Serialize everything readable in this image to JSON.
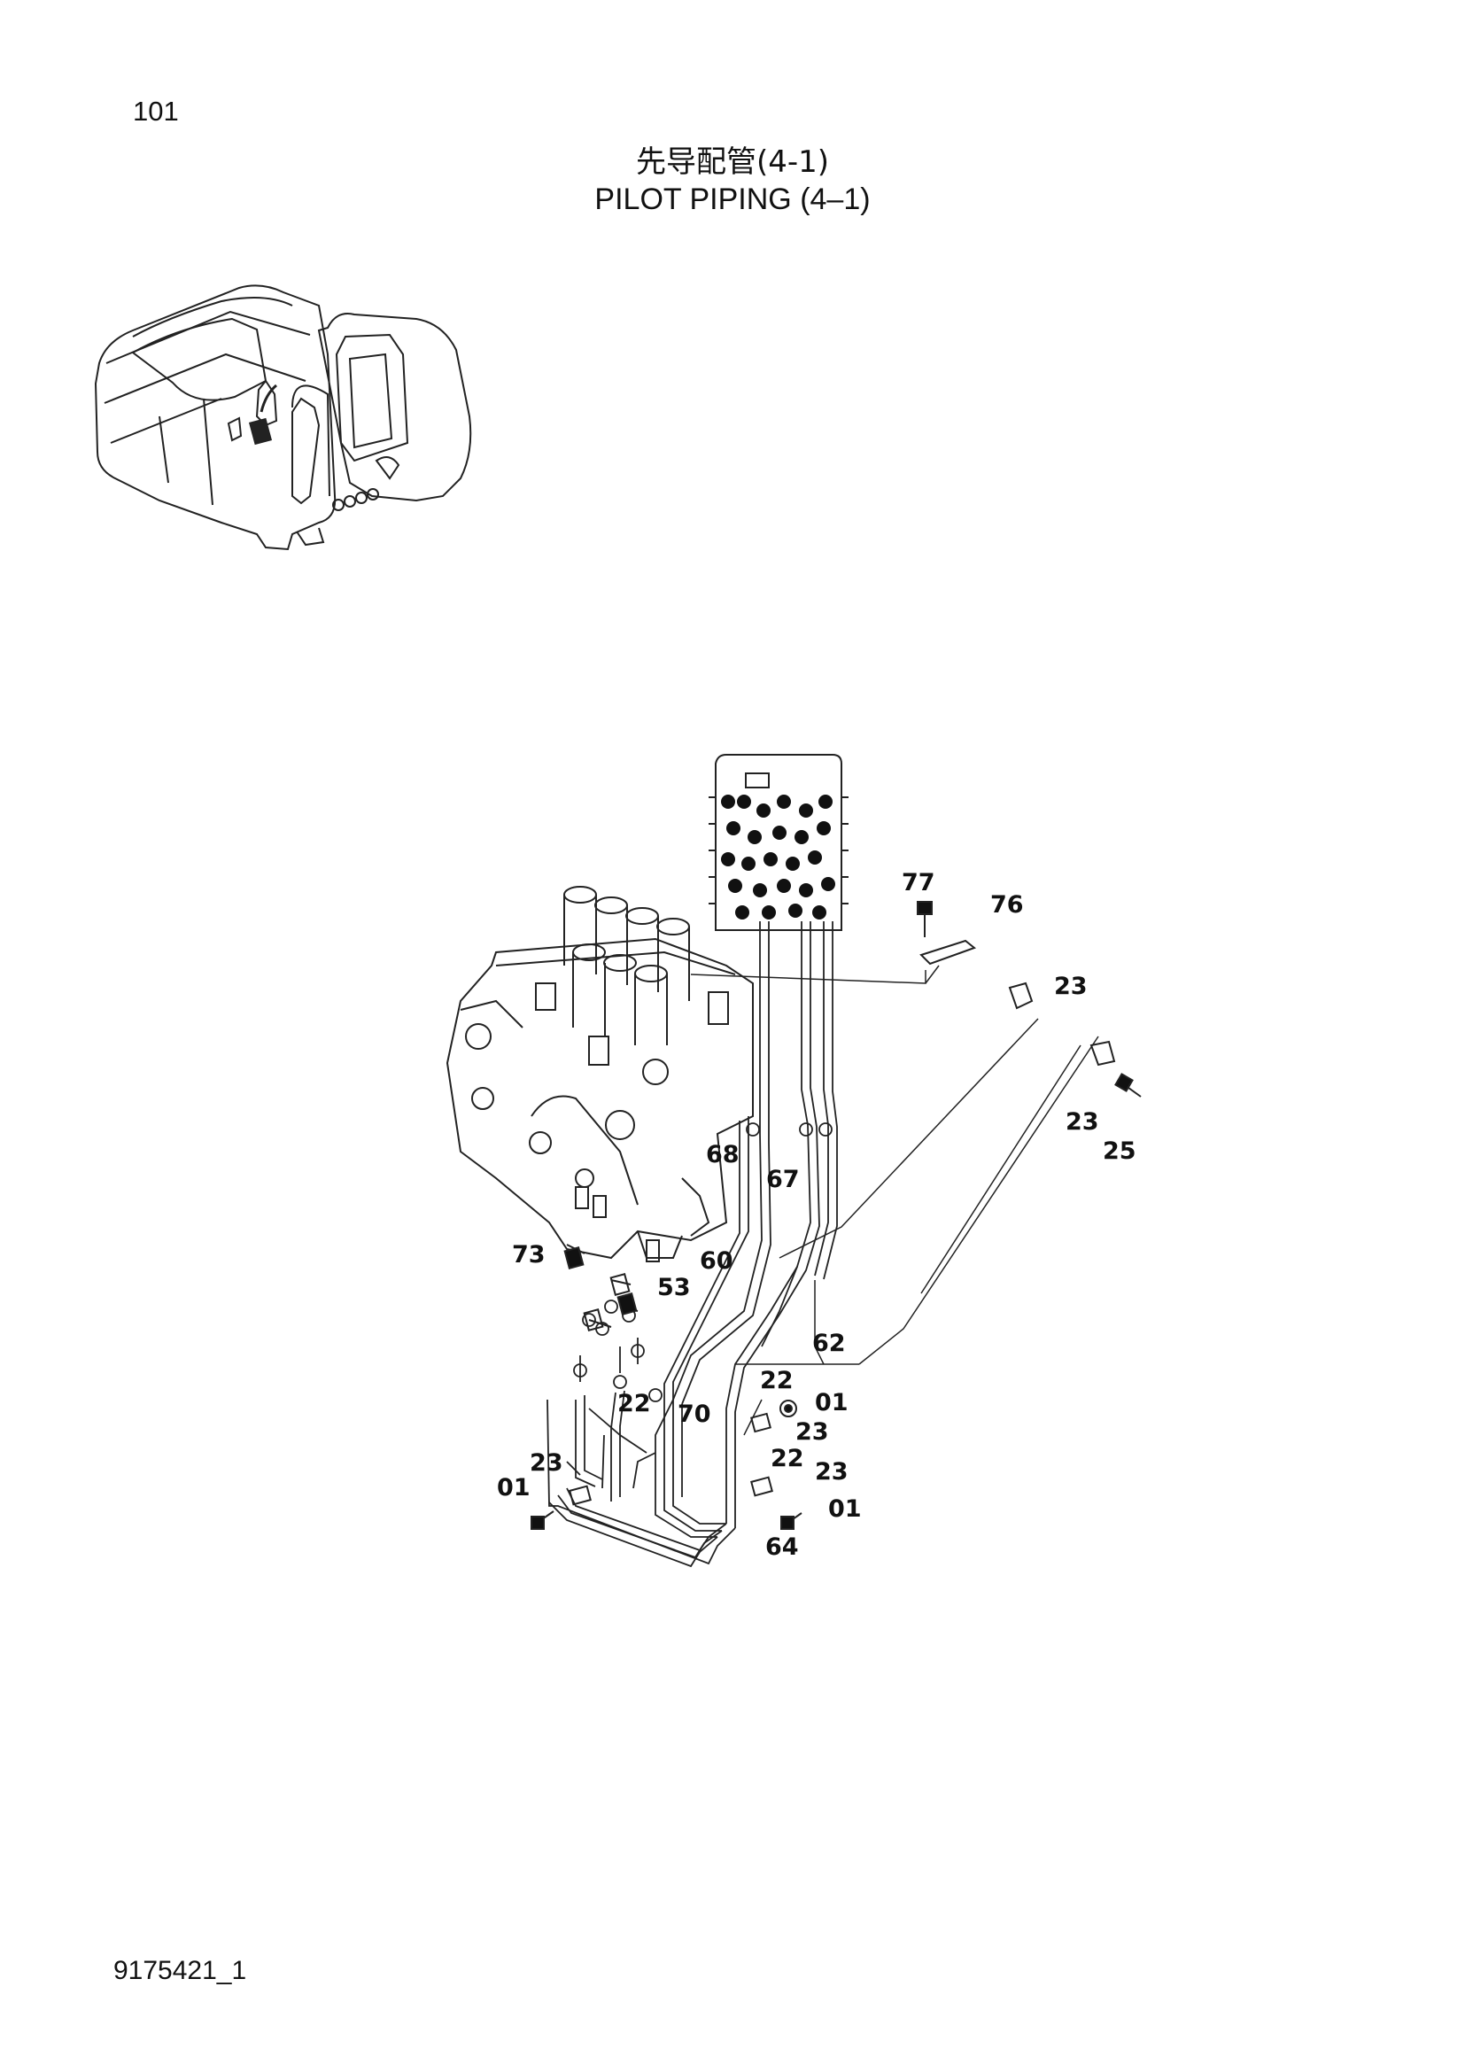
{
  "page": {
    "number": "101",
    "title_cn": "先导配管(4-1)",
    "title_en": "PILOT  PIPING (4–1)",
    "document_code": "9175421_1"
  },
  "callouts": [
    "77",
    "76",
    "23",
    "23",
    "25",
    "68",
    "67",
    "73",
    "60",
    "53",
    "62",
    "22",
    "01",
    "22",
    "70",
    "23",
    "22",
    "23",
    "23",
    "01",
    "01",
    "64"
  ]
}
